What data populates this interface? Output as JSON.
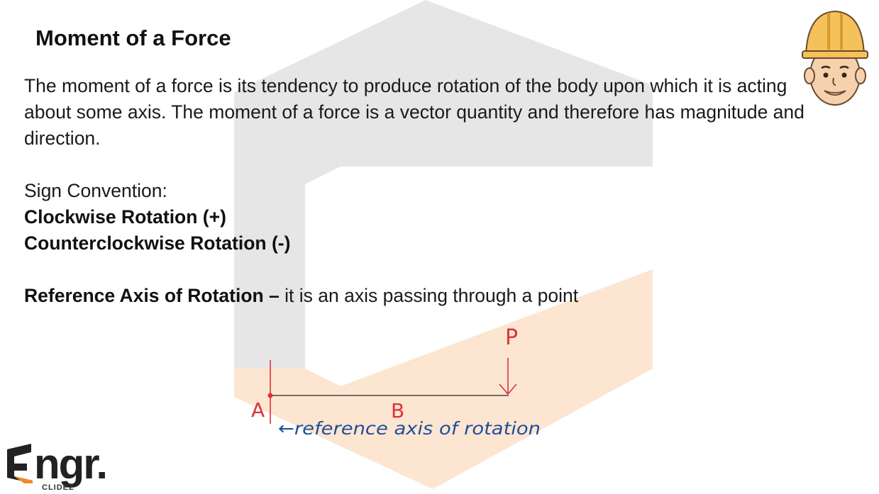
{
  "slide": {
    "title": "Moment of a Force",
    "paragraph": "The moment of a force is its tendency to produce rotation of the body upon which it is acting about some axis. The moment of a force is a vector quantity and therefore has magnitude and direction.",
    "sign_convention_label": "Sign Convention:",
    "clockwise": "Clockwise Rotation (+)",
    "counterclockwise": "Counterclockwise Rotation (-)",
    "reference_axis_term": "Reference Axis of Rotation –",
    "reference_axis_definition": " it is an axis passing through a point"
  },
  "diagram": {
    "point_a": "A",
    "point_b": "B",
    "force_label": "P",
    "axis_note": "←reference axis of rotation",
    "ink_red": "#e0303a",
    "ink_blue": "#1f4f9a"
  },
  "logo": {
    "word": "ngr.",
    "sub": "CLIDEZ"
  },
  "colors": {
    "watermark_gray": "#e4e4e4",
    "watermark_orange": "#fbe3cc"
  }
}
